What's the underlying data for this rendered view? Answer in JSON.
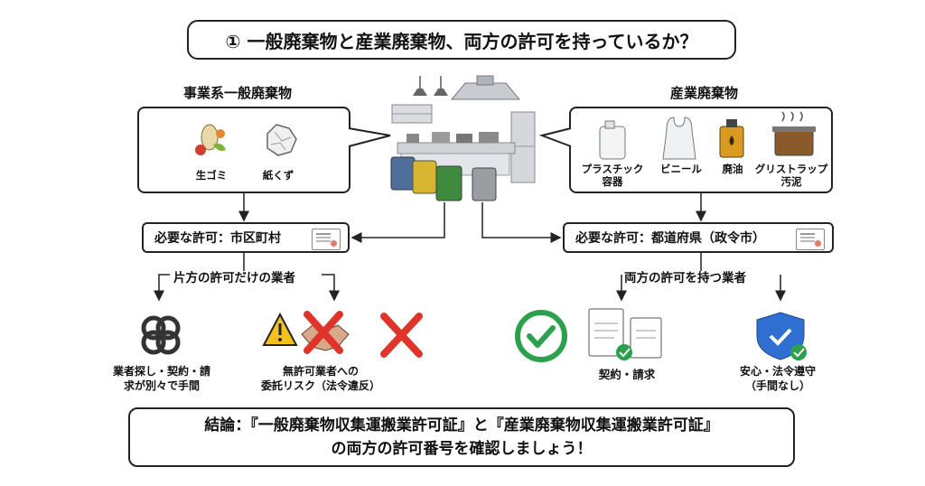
{
  "title": "① 一般廃棄物と産業廃棄物、両方の許可を持っているか？",
  "left": {
    "heading": "事業系一般廃棄物",
    "items": [
      {
        "label": "生ゴミ",
        "icon": "food-waste-icon"
      },
      {
        "label": "紙くず",
        "icon": "paper-waste-icon"
      }
    ],
    "permit": "必要な許可：市区町村",
    "branch_label": "片方の許可だけの業者",
    "outcome1": [
      "業者探し・契約・請",
      "求が別々で手間"
    ],
    "outcome2": [
      "無許可業者への",
      "委託リスク（法令違反）"
    ]
  },
  "right": {
    "heading": "産業廃棄物",
    "items": [
      {
        "label": [
          "プラスチック",
          "容器"
        ],
        "icon": "plastic-container-icon"
      },
      {
        "label": [
          "ビニール"
        ],
        "icon": "plastic-bag-icon"
      },
      {
        "label": [
          "廃油"
        ],
        "icon": "waste-oil-icon"
      },
      {
        "label": [
          "グリストラップ",
          "汚泥"
        ],
        "icon": "grease-trap-icon"
      }
    ],
    "permit": "必要な許可：都道府県（政令市）",
    "branch_label": "両方の許可を持つ業者",
    "outcome1": "契約・請求",
    "outcome2": [
      "安心・法令遵守",
      "（手間なし）"
    ]
  },
  "conclusion": {
    "line1": "結論：『一般廃棄物収集運搬業許可証』と『産業廃棄物収集運搬業許可証』",
    "line2": "の両方の許可番号を確認しましょう！"
  },
  "colors": {
    "check": "#2aa14a",
    "cross": "#e0342a",
    "shield": "#2f6fd1",
    "warning": "#f3c21d"
  }
}
